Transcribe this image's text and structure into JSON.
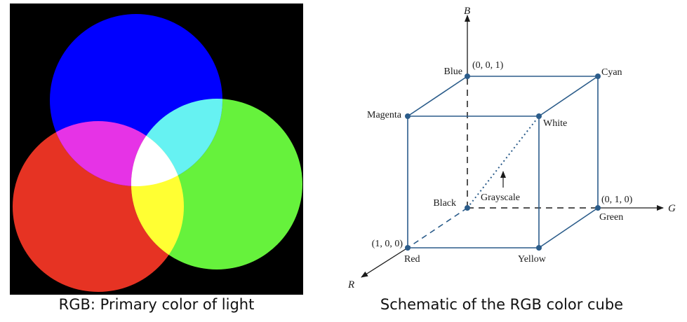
{
  "colors": {
    "background": "#000000",
    "red": "#e63323",
    "green": "#66f23c",
    "blue": "#0000ff",
    "magenta": "#e633e6",
    "cyan": "#66f2f2",
    "yellow": "#ffff33",
    "white": "#ffffff",
    "cube_edge": "#2b5c8a",
    "vertex_dot": "#2b5c8a",
    "axis": "#1a1a1a"
  },
  "left_panel": {
    "caption": "RGB: Primary color of light"
  },
  "right_panel": {
    "caption": "Schematic of the RGB color cube",
    "axes": {
      "b": "B",
      "g": "G",
      "r": "R"
    },
    "vertices": {
      "blue": "Blue",
      "cyan": "Cyan",
      "magenta": "Magenta",
      "white": "White",
      "black": "Black",
      "green": "Green",
      "red": "Red",
      "yellow": "Yellow"
    },
    "coordinates": {
      "blue": "(0, 0, 1)",
      "green": "(0, 1, 0)",
      "red": "(1, 0, 0)"
    },
    "grayscale_label": "Grayscale"
  }
}
